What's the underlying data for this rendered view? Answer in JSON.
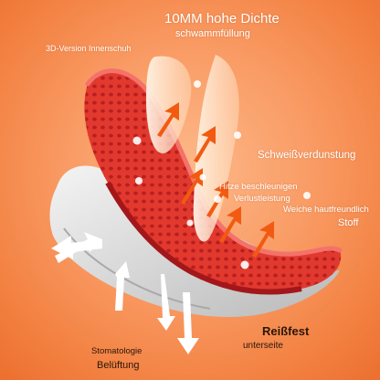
{
  "labels": {
    "density_title": "10MM hohe Dichte",
    "density_sub": "schwammfüllung",
    "insole_3d": "3D-Version Innenschuh",
    "sweat": "Schweißverdunstung",
    "heat_line1": "Hitze beschleunigen",
    "heat_line2": "Verlustleistung",
    "skin_line1": "Weiche hautfreundlich",
    "skin_line2": "Stoff",
    "tear_line1": "Reißfest",
    "tear_line2": "unterseite",
    "stoma_line1": "Stomatologie",
    "stoma_line2": "Belüftung"
  },
  "colors": {
    "background": "#f99a63",
    "insole_red": "#e2392f",
    "insole_dark": "#b81f1e",
    "base_grey": "#dcdcdc",
    "arrow_orange": "#f25a12",
    "label_red": "#c9261a"
  },
  "icons": [
    "up-right-arrow-icon",
    "down-arrow-icon",
    "left-arrow-icon",
    "water-droplet-icon"
  ]
}
